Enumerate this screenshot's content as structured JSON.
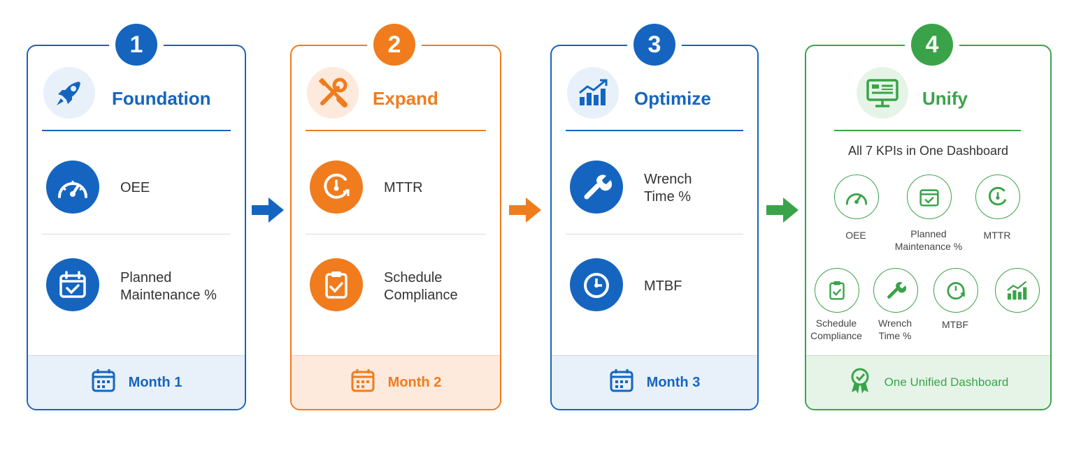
{
  "colors": {
    "blue": "#1565c0",
    "orange": "#f07c1e",
    "green": "#3aa349",
    "blue_bg": "#e8f0fa",
    "orange_bg": "#fdeadc",
    "green_bg": "#e6f4e8"
  },
  "steps": [
    {
      "number": "1",
      "title": "Foundation",
      "icon": "rocket-icon",
      "kpis": [
        {
          "label": "OEE",
          "icon": "gauge-icon"
        },
        {
          "label": "Planned\nMaintenance %",
          "icon": "calendar-check-icon"
        }
      ],
      "footer": "Month 1"
    },
    {
      "number": "2",
      "title": "Expand",
      "icon": "tools-icon",
      "kpis": [
        {
          "label": "MTTR",
          "icon": "clock-refresh-icon"
        },
        {
          "label": "Schedule\nCompliance",
          "icon": "clipboard-check-icon"
        }
      ],
      "footer": "Month 2"
    },
    {
      "number": "3",
      "title": "Optimize",
      "icon": "chart-growth-icon",
      "kpis": [
        {
          "label": "Wrench\nTime %",
          "icon": "wrench-icon"
        },
        {
          "label": "MTBF",
          "icon": "timer-icon"
        }
      ],
      "footer": "Month 3"
    },
    {
      "number": "4",
      "title": "Unify",
      "icon": "monitor-dashboard-icon",
      "subtitle": "All 7 KPIs in One Dashboard",
      "kpis": [
        {
          "label": "OEE",
          "icon": "gauge-icon"
        },
        {
          "label": "Planned\nMaintenance %",
          "icon": "calendar-check-icon"
        },
        {
          "label": "MTTR",
          "icon": "clock-refresh-icon"
        },
        {
          "label": "Schedule\nCompliance",
          "icon": "clipboard-check-icon"
        },
        {
          "label": "Wrench\nTime %",
          "icon": "wrench-icon"
        },
        {
          "label": "MTBF",
          "icon": "timer-icon"
        },
        {
          "label": "",
          "icon": "chart-growth-icon"
        }
      ],
      "footer": "One Unified Dashboard"
    }
  ]
}
